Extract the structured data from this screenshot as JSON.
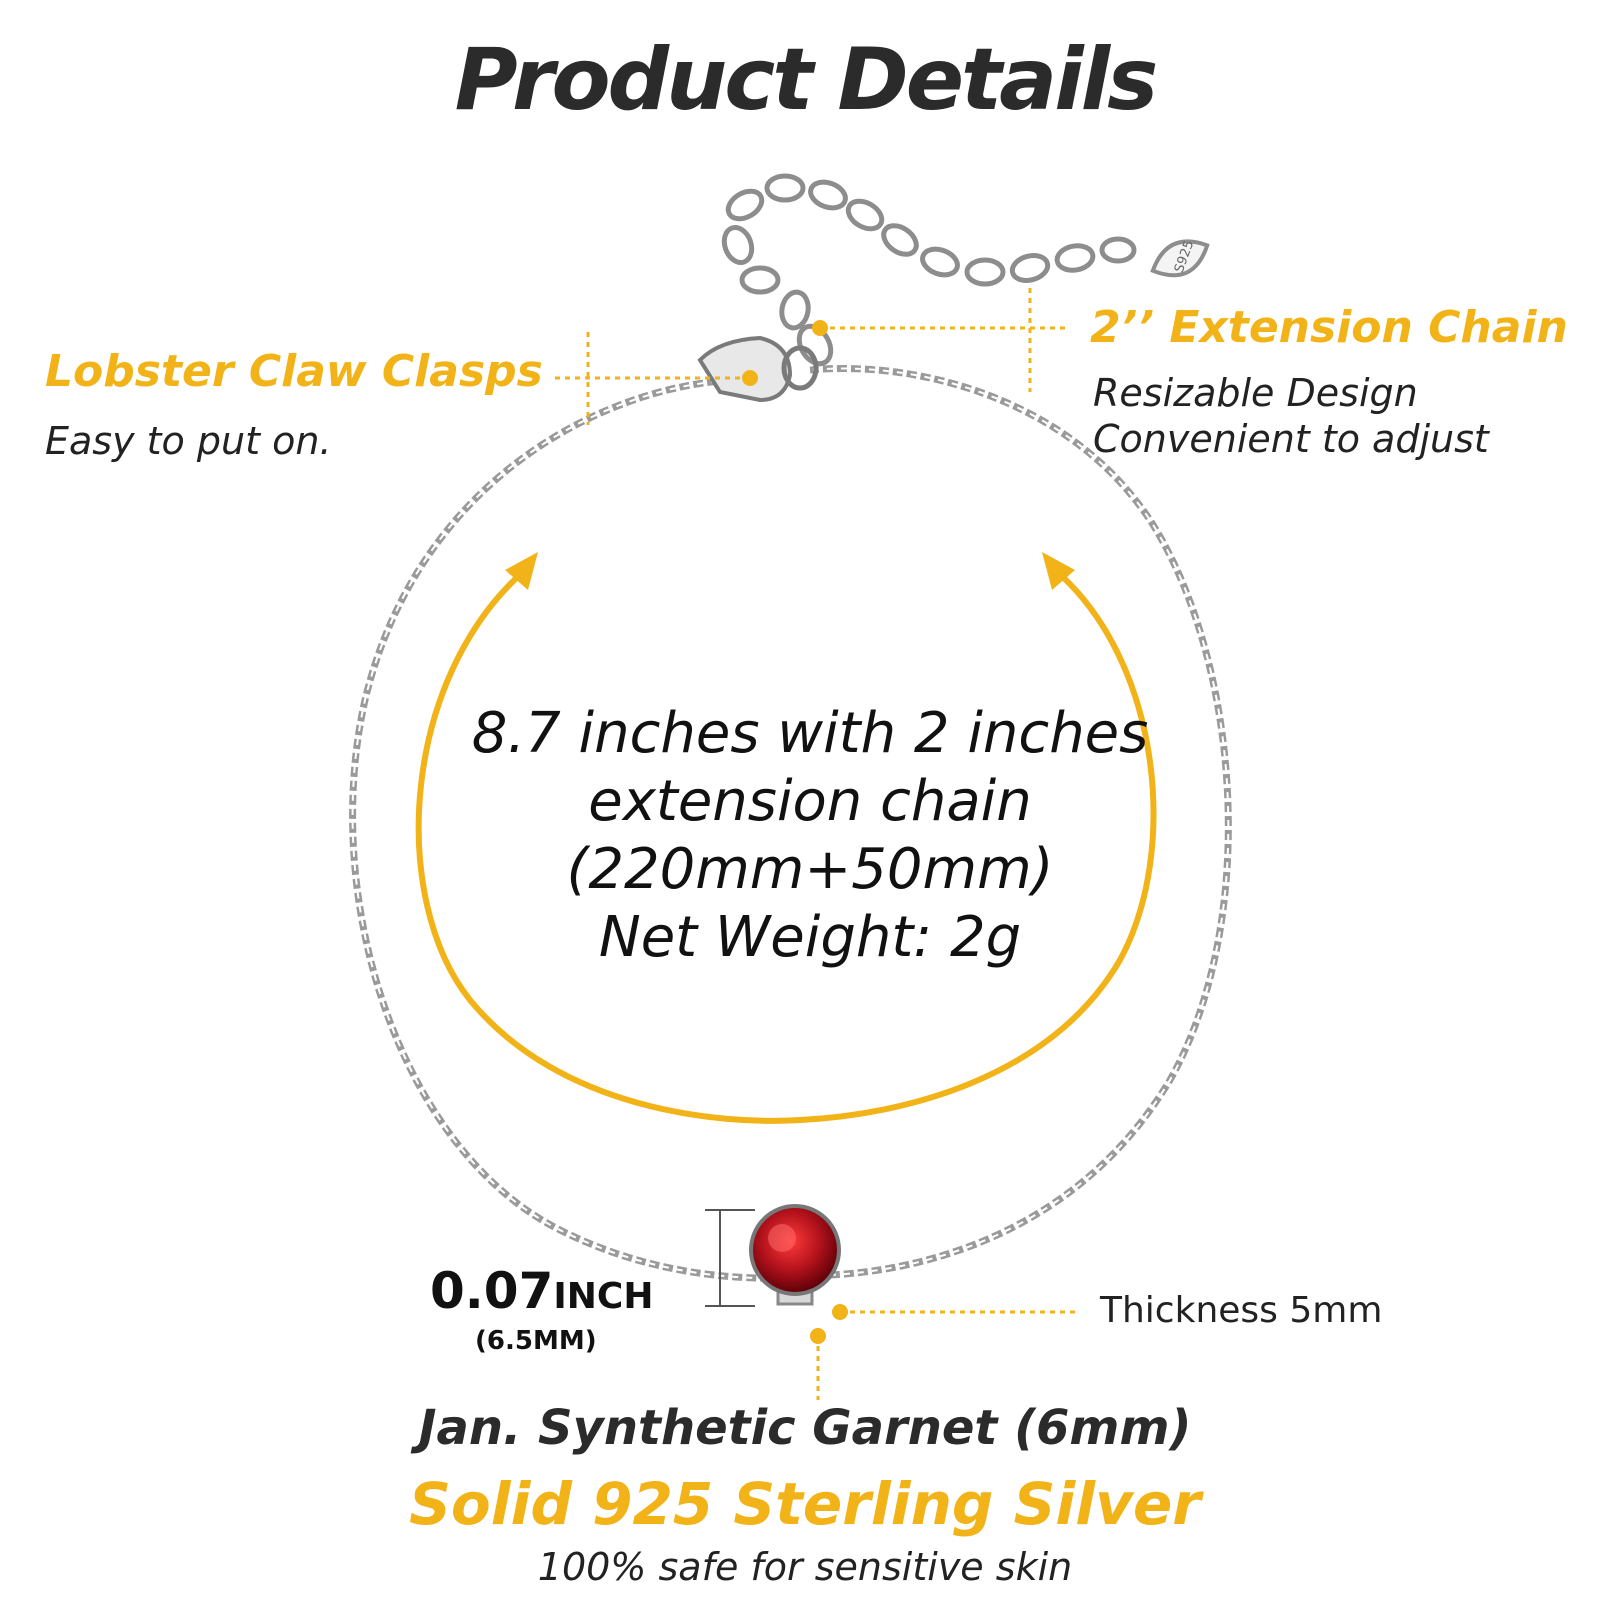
{
  "title": "Product Details",
  "clasp": {
    "heading": "Lobster Claw Clasps",
    "sub": "Easy to put on."
  },
  "extension": {
    "heading": "2’’ Extension Chain",
    "sub_lines": [
      "Resizable Design",
      "Convenient  to adjust"
    ]
  },
  "center": {
    "lines": [
      "8.7 inches with 2 inches",
      "extension chain",
      "(220mm+50mm)",
      "Net Weight: 2g"
    ]
  },
  "dimension": {
    "value": "0.07",
    "unit": "INCH",
    "mm": "(6.5MM)"
  },
  "thickness": "Thickness 5mm",
  "stone": "Jan. Synthetic Garnet (6mm)",
  "material": "Solid 925 Sterling Silver",
  "safety": "100% safe for sensitive skin",
  "tag_stamp": "S925",
  "colors": {
    "accent": "#f2b318",
    "garnet": "#b3121c",
    "silver": "#9a9a9a",
    "text": "#1e1e1e"
  }
}
